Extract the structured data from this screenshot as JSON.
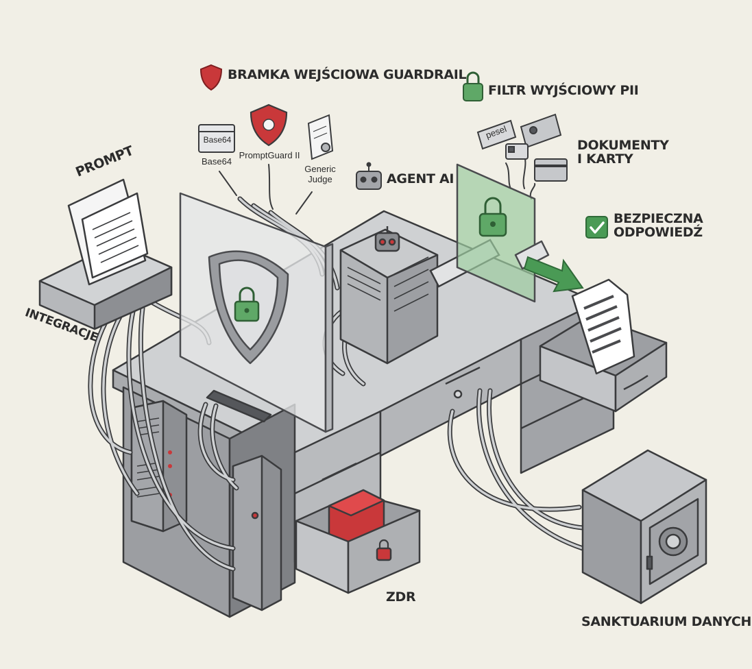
{
  "labels": {
    "input_gate": "BRAMKA WEJŚCIOWA GUARDRAIL",
    "output_filter": "FILTR WYJŚCIOWY PII",
    "prompt": "PROMPT",
    "integrations": "INTEGRACJE",
    "agent": "AGENT AI",
    "documents_line1": "DOKUMENTY",
    "documents_line2": "I KARTY",
    "safe_line1": "BEZPIECZNA",
    "safe_line2": "ODPOWIEDŹ",
    "zdr": "ZDR",
    "sanctuary": "SANKTUARIUM DANYCH"
  },
  "tools": {
    "base64_icon_text": "Base64",
    "base64": "Base64",
    "promptguard": "PromptGuard II",
    "judge_line1": "Generic",
    "judge_line2": "Judge"
  },
  "pii_tag": "pesel",
  "colors": {
    "background": "#f1efe6",
    "red_accent": "#c9383a",
    "green_accent": "#4a9a55",
    "metal": "#a7a9ac",
    "metal_dark": "#6d7074",
    "ink": "#2b2b2b"
  }
}
